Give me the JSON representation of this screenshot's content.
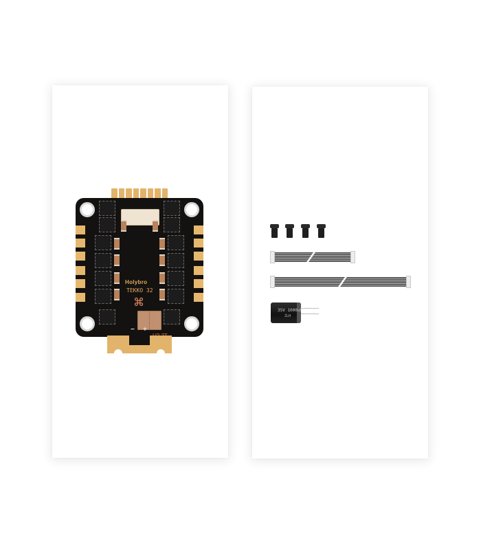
{
  "product": {
    "left_panel": {
      "name": "ESC board",
      "brand_text": "Holybro",
      "model_text": "TEKKO 32",
      "version_text": "U2.2T",
      "polarity_minus": "−",
      "polarity_plus": "+",
      "colors": {
        "pcb": "#141210",
        "gold": "#e2b36a",
        "silkscreen": "#e6a85e"
      }
    },
    "right_panel": {
      "name": "Accessories",
      "grommet_count": 4,
      "cables": [
        {
          "name": "short-cable"
        },
        {
          "name": "long-cable"
        }
      ],
      "capacitor": {
        "label": "35V 1000uF",
        "sub_label": "ZLH"
      }
    }
  }
}
